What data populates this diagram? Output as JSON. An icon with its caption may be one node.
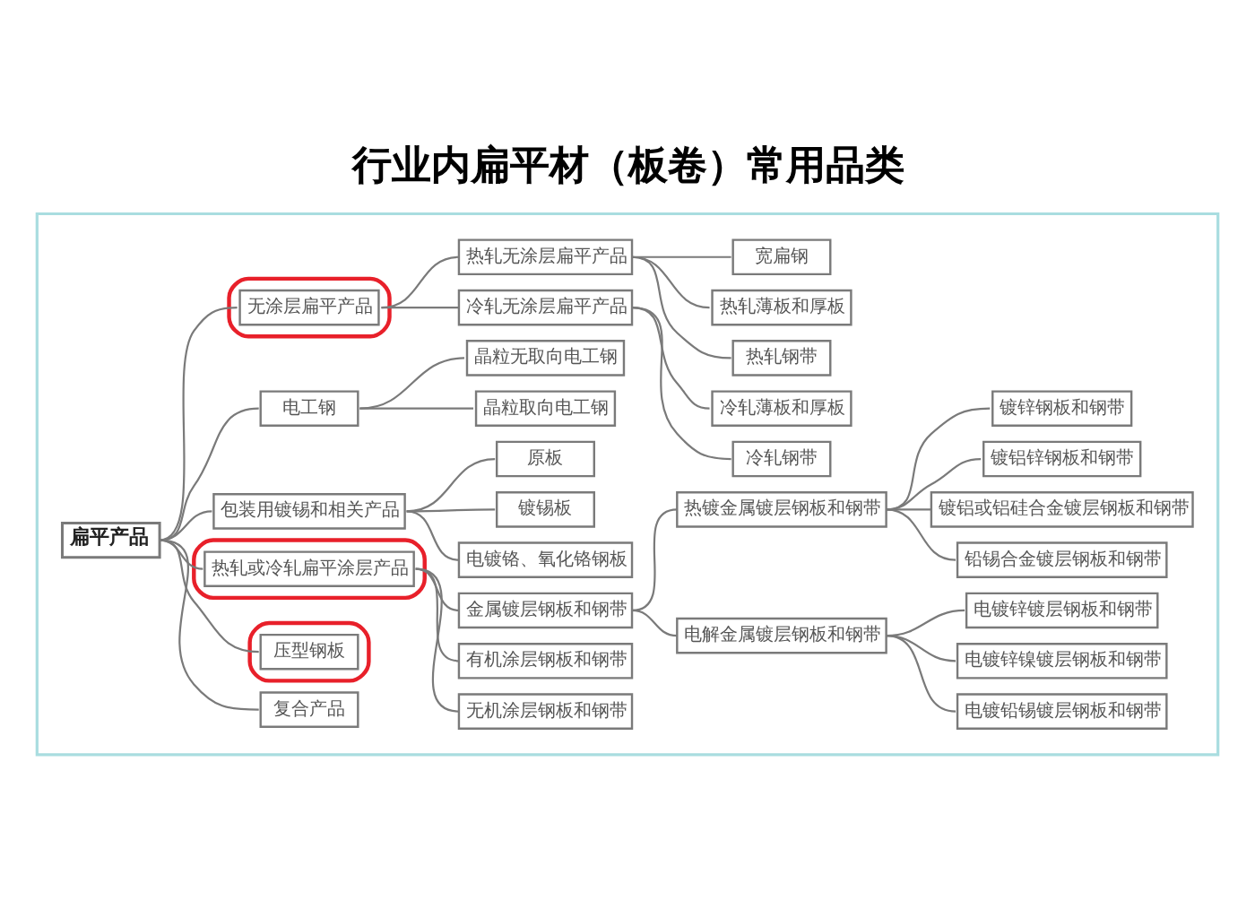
{
  "diagram": {
    "title": "行业内扁平材（板卷）常用品类",
    "nodes": [
      {
        "text": [],
        "shape": "box"
      },
      {
        "text": [
          "扁平产品"
        ],
        "in": 0
      },
      {
        "text": [],
        "shape": "ellipse",
        "in": 0
      },
      {
        "text": [
          "无涂层扁平产品"
        ],
        "in": 2
      },
      {
        "text": [
          "热轧无涂层扁平产品"
        ],
        "in": 0
      },
      {
        "text": [
          "宽扁钢"
        ],
        "in": 0
      },
      {
        "text": [
          "热轧薄板和厚板"
        ],
        "in": 0
      },
      {
        "text": [
          "热轧钢带"
        ],
        "in": 0
      },
      {
        "text": [
          "冷轧无涂层扁平产品"
        ],
        "in": 0
      },
      {
        "text": [
          "冷轧薄板和厚板"
        ],
        "in": 0
      },
      {
        "text": [
          "冷轧钢带"
        ],
        "in": 0
      },
      {
        "text": [
          "电工钢"
        ],
        "in": 0
      },
      {
        "text": [
          "晶粒无取向电工钢"
        ],
        "in": 0
      },
      {
        "text": [
          "晶粒取向电工钢"
        ],
        "in": 0
      },
      {
        "text": [
          "包装用镀锡和相关产品"
        ],
        "in": 0
      },
      {
        "text": [
          "原板"
        ],
        "in": 0
      },
      {
        "text": [
          "镀锡板"
        ],
        "in": 0
      },
      {
        "text": [
          "电镀铬、氧化铬钢板"
        ],
        "in": 0
      },
      {
        "text": [],
        "shape": "ellipse",
        "in": 0
      },
      {
        "text": [
          "热轧或冷轧扁平涂层产品"
        ],
        "in": 18
      },
      {
        "text": [
          "金属镀层钢板和钢带"
        ],
        "in": 0
      },
      {
        "text": [
          "热镀金属镀层钢板和钢带"
        ],
        "in": 0
      },
      {
        "text": [
          "镀锌钢板和钢带"
        ],
        "in": 0
      },
      {
        "text": [
          "镀铝锌钢板和钢带"
        ],
        "in": 0
      },
      {
        "text": [
          "镀铝或铝硅合金镀层钢板和钢带"
        ],
        "in": 0
      },
      {
        "text": [
          "铅锡合金镀层钢板和钢带"
        ],
        "in": 0
      },
      {
        "text": [
          "电解金属镀层钢板和钢带"
        ],
        "in": 0
      },
      {
        "text": [
          "电镀锌镀层钢板和钢带"
        ],
        "in": 0
      },
      {
        "text": [
          "电镀锌镍镀层钢板和钢带"
        ],
        "in": 0
      },
      {
        "text": [
          "电镀铅锡镀层钢板和钢带"
        ],
        "in": 0
      },
      {
        "text": [
          "有机涂层钢板和钢带"
        ],
        "in": 0
      },
      {
        "text": [
          "无机涂层钢板和钢带"
        ],
        "in": 0
      },
      {
        "text": [],
        "shape": "ellipse",
        "in": 0
      },
      {
        "text": [
          "压型钢板"
        ],
        "in": 32
      },
      {
        "text": [
          "复合产品"
        ],
        "in": 0
      }
    ],
    "edges": [
      {
        "from": 1,
        "to": 3,
        "arrow": "none"
      },
      {
        "from": 3,
        "to": 4,
        "arrow": "none"
      },
      {
        "from": 4,
        "to": 5,
        "arrow": "none"
      },
      {
        "from": 4,
        "to": 6,
        "arrow": "none"
      },
      {
        "from": 4,
        "to": 7,
        "arrow": "none"
      },
      {
        "from": 3,
        "to": 8,
        "arrow": "none"
      },
      {
        "from": 8,
        "to": 9,
        "arrow": "none"
      },
      {
        "from": 8,
        "to": 10,
        "arrow": "none"
      },
      {
        "from": 1,
        "to": 11,
        "arrow": "none"
      },
      {
        "from": 11,
        "to": 12,
        "arrow": "none"
      },
      {
        "from": 11,
        "to": 13,
        "arrow": "none"
      },
      {
        "from": 1,
        "to": 14,
        "arrow": "none"
      },
      {
        "from": 14,
        "to": 15,
        "arrow": "none"
      },
      {
        "from": 14,
        "to": 16,
        "arrow": "none"
      },
      {
        "from": 14,
        "to": 17,
        "arrow": "none"
      },
      {
        "from": 1,
        "to": 19,
        "arrow": "none"
      },
      {
        "from": 19,
        "to": 20,
        "arrow": "none"
      },
      {
        "from": 20,
        "to": 21,
        "arrow": "none"
      },
      {
        "from": 21,
        "to": 22,
        "arrow": "none"
      },
      {
        "from": 21,
        "to": 23,
        "arrow": "none"
      },
      {
        "from": 21,
        "to": 24,
        "arrow": "none"
      },
      {
        "from": 21,
        "to": 25,
        "arrow": "none"
      },
      {
        "from": 20,
        "to": 26,
        "arrow": "none"
      },
      {
        "from": 26,
        "to": 27,
        "arrow": "none"
      },
      {
        "from": 26,
        "to": 28,
        "arrow": "none"
      },
      {
        "from": 26,
        "to": 29,
        "arrow": "none"
      },
      {
        "from": 19,
        "to": 30,
        "arrow": "none"
      },
      {
        "from": 19,
        "to": 31,
        "arrow": "none"
      },
      {
        "from": 1,
        "to": 33,
        "arrow": "none"
      },
      {
        "from": 1,
        "to": 34,
        "arrow": "none"
      }
    ]
  }
}
